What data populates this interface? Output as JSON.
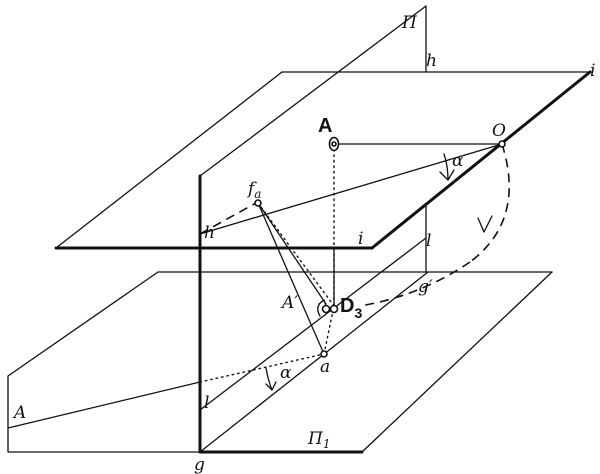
{
  "labels": {
    "plane_top": "Π",
    "h_top": "h",
    "i_top": "i",
    "point_A": "A",
    "point_O": "O",
    "alpha_top": "α",
    "f_base": "f",
    "f_sub": "a",
    "h_mid": "h",
    "i_mid": "i",
    "l_mid": "l",
    "g_prime": "g′",
    "A_prime": "A′",
    "D_base": "D",
    "D_sub": "3",
    "a_lower": "a",
    "alpha_lower": "α",
    "A_left": "A",
    "l_lower": "l",
    "plane_bottom": "Π",
    "plane_bottom_sub": "1",
    "g_bottom": "g"
  }
}
